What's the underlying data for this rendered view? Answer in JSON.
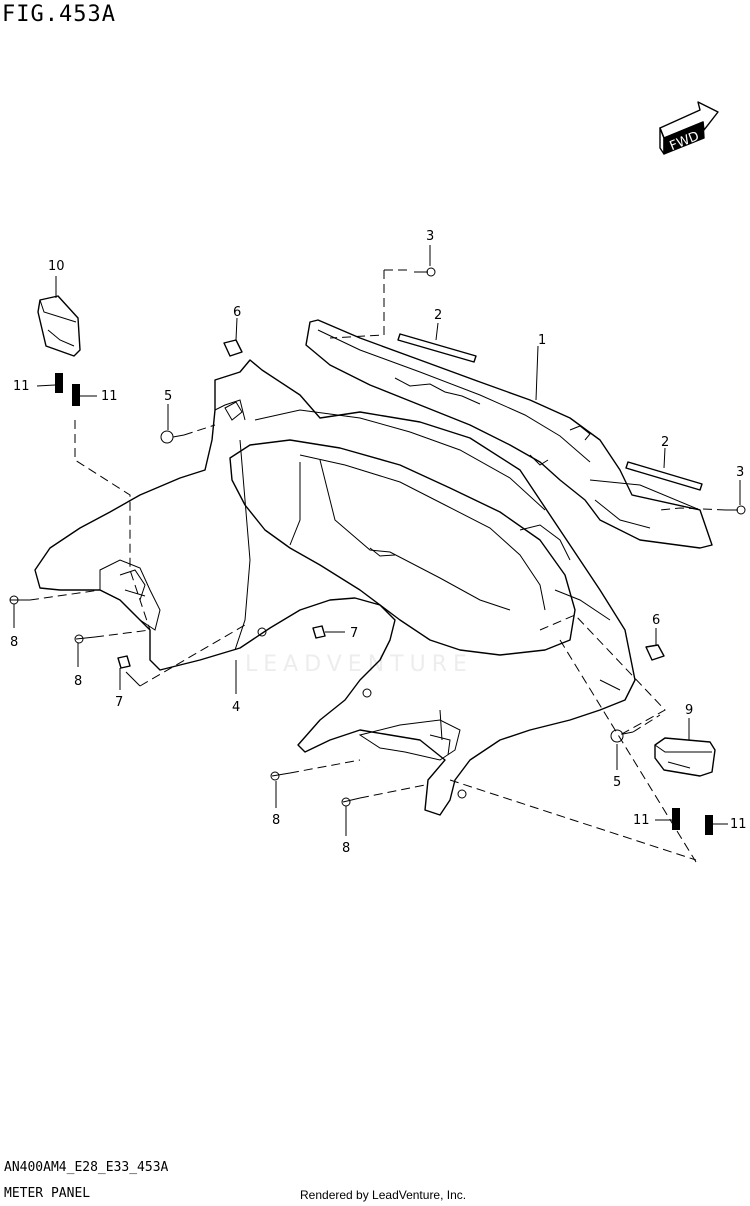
{
  "figure": {
    "title": "FIG.453A",
    "code": "AN400AM4_E28_E33_453A",
    "subtitle": "METER PANEL",
    "credit": "Rendered by LeadVenture, Inc.",
    "watermark_text": "LEADVENTURE",
    "fwd_label": "FWD"
  },
  "callouts": [
    {
      "id": "c1",
      "label": "1"
    },
    {
      "id": "c2a",
      "label": "2"
    },
    {
      "id": "c2b",
      "label": "2"
    },
    {
      "id": "c3a",
      "label": "3"
    },
    {
      "id": "c3b",
      "label": "3"
    },
    {
      "id": "c4",
      "label": "4"
    },
    {
      "id": "c5a",
      "label": "5"
    },
    {
      "id": "c5b",
      "label": "5"
    },
    {
      "id": "c6a",
      "label": "6"
    },
    {
      "id": "c6b",
      "label": "6"
    },
    {
      "id": "c7a",
      "label": "7"
    },
    {
      "id": "c7b",
      "label": "7"
    },
    {
      "id": "c8a",
      "label": "8"
    },
    {
      "id": "c8b",
      "label": "8"
    },
    {
      "id": "c8c",
      "label": "8"
    },
    {
      "id": "c8d",
      "label": "8"
    },
    {
      "id": "c9",
      "label": "9"
    },
    {
      "id": "c10",
      "label": "10"
    },
    {
      "id": "c11a",
      "label": "11"
    },
    {
      "id": "c11b",
      "label": "11"
    },
    {
      "id": "c11c",
      "label": "11"
    },
    {
      "id": "c11d",
      "label": "11"
    }
  ]
}
